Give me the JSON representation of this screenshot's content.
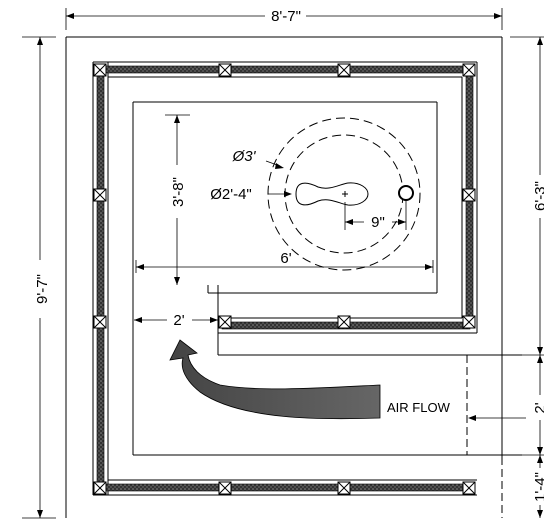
{
  "drawing": {
    "dimensions": {
      "overall_width": "8'-7\"",
      "overall_height": "9'-7\"",
      "right_upper": "6'-3\"",
      "right_middle": "2'",
      "right_lower": "1'-4\"",
      "room_depth": "3'-8\"",
      "room_width": "6'",
      "passage_width": "2'",
      "outer_circle_diameter": "Ø3'",
      "inner_circle_diameter": "Ø2'-4\"",
      "drain_offset": "9\""
    },
    "labels": {
      "air_flow": "AIR FLOW"
    }
  }
}
